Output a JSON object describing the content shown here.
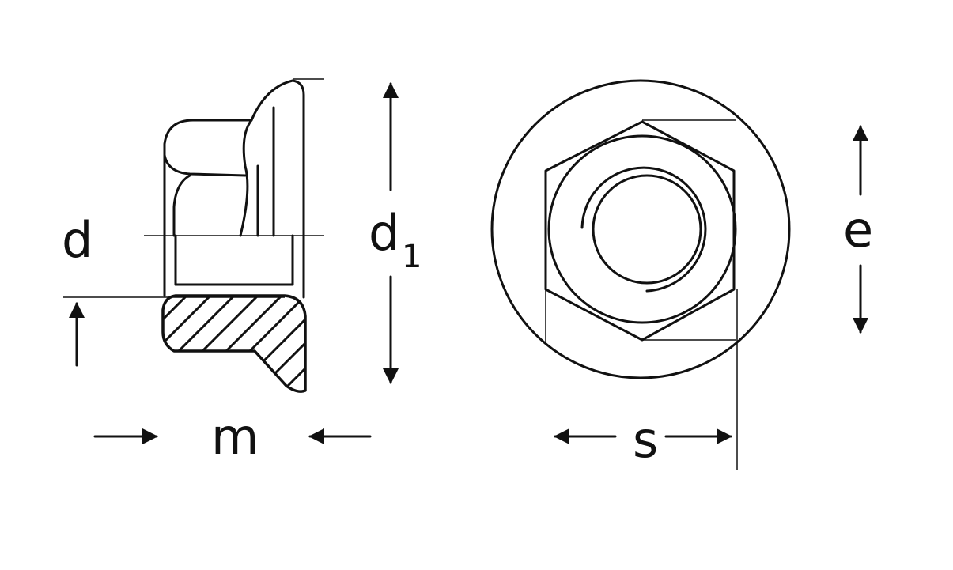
{
  "diagram": {
    "labels": {
      "d": "d",
      "d1_main": "d",
      "d1_sub": "1",
      "m": "m",
      "s": "s",
      "e": "e"
    },
    "colors": {
      "line": "#111111",
      "background": "#ffffff"
    }
  }
}
